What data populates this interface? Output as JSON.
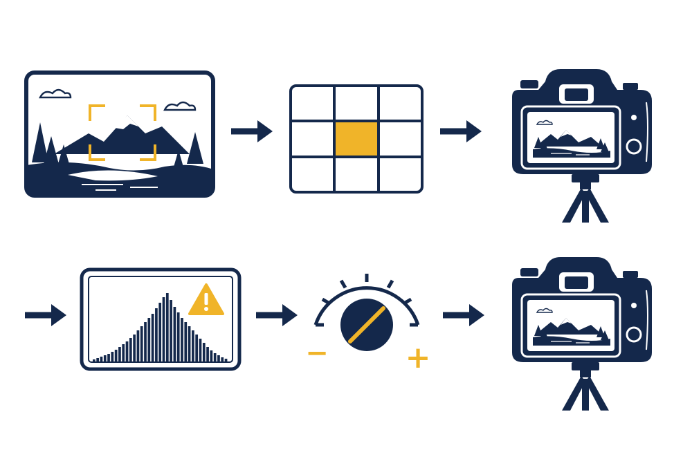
{
  "colors": {
    "primary": "#14284b",
    "accent": "#f0b429",
    "background": "#ffffff"
  },
  "steps_row_1": [
    {
      "icon": "landscape-focus-frame-icon"
    },
    {
      "icon": "metering-grid-icon"
    },
    {
      "icon": "camera-on-tripod-icon"
    }
  ],
  "steps_row_2": [
    {
      "icon": "histogram-warning-icon"
    },
    {
      "icon": "exposure-compensation-dial-icon",
      "dial_min_symbol": "−",
      "dial_max_symbol": "+"
    },
    {
      "icon": "camera-on-tripod-icon"
    }
  ],
  "arrows": [
    {
      "icon": "arrow-right-icon"
    },
    {
      "icon": "arrow-right-icon"
    },
    {
      "icon": "arrow-right-icon"
    },
    {
      "icon": "arrow-right-icon"
    },
    {
      "icon": "arrow-right-icon"
    }
  ],
  "metering_grid": {
    "rows": 3,
    "cols": 3,
    "highlighted_cell": [
      1,
      1
    ]
  },
  "histogram": {
    "bins": [
      0.04,
      0.06,
      0.08,
      0.1,
      0.12,
      0.15,
      0.18,
      0.22,
      0.26,
      0.3,
      0.35,
      0.4,
      0.46,
      0.52,
      0.58,
      0.64,
      0.7,
      0.78,
      0.86,
      0.94,
      1.0,
      0.9,
      0.8,
      0.72,
      0.64,
      0.58,
      0.52,
      0.46,
      0.4,
      0.34,
      0.28,
      0.22,
      0.17,
      0.13,
      0.1,
      0.07,
      0.05
    ],
    "warning_icon": "warning-triangle-icon"
  },
  "dial": {
    "pointer_level": 0.75
  }
}
